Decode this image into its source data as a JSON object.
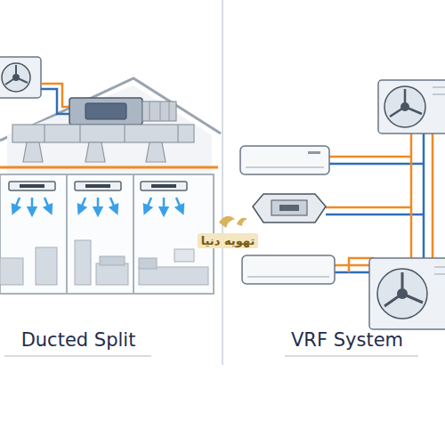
{
  "diagram": {
    "labels": [
      "Ducted Split",
      "VRF System",
      "تهویه دنیا"
    ]
  }
}
